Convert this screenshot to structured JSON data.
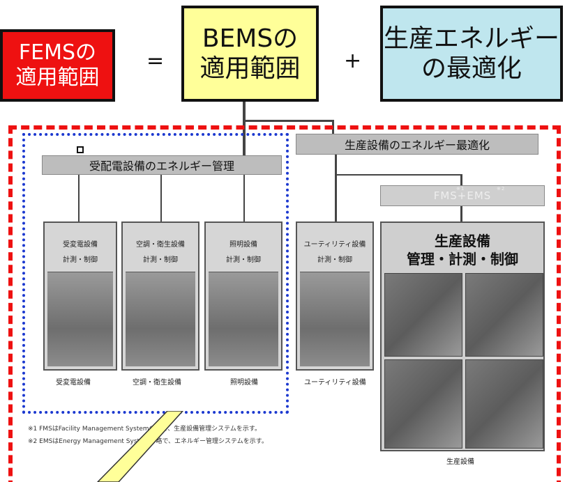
{
  "formula": {
    "fems_line1": "FEMSの",
    "fems_line2": "適用範囲",
    "equals": "=",
    "bems_line1": "BEMSの",
    "bems_line2": "適用範囲",
    "plus": "+",
    "opt_line1": "生産エネルギー",
    "opt_line2": "の最適化"
  },
  "diagram": {
    "header_power": "受配電設備のエネルギー管理",
    "header_production": "生産設備のエネルギー最適化",
    "header_fms": "FMS+EMS",
    "fms_sup1": "※1",
    "fms_sup2": "※2",
    "panels": [
      {
        "title1": "受変電設備",
        "title2": "計測・制御",
        "caption": "受変電設備"
      },
      {
        "title1": "空調・衛生設備",
        "title2": "計測・制御",
        "caption": "空調・衛生設備"
      },
      {
        "title1": "照明設備",
        "title2": "計測・制御",
        "caption": "照明設備"
      },
      {
        "title1": "ユーティリティ設備",
        "title2": "計測・制御",
        "caption": "ユーティリティ設備"
      }
    ],
    "production": {
      "title1": "生産設備",
      "title2": "管理・計測・制御",
      "caption": "生産設備"
    },
    "notes": [
      "※1 FMSはFacility Management Systemの略で、生産設備管理システムを示す。",
      "※2 EMSはEnergy Management Systemの略で、エネルギー管理システムを示す。"
    ]
  },
  "colors": {
    "fems_fill": "#ee1111",
    "bems_fill": "#ffff99",
    "opt_fill": "#bfe6ee",
    "fems_scope": "#ee1111",
    "bems_scope": "#1c39d0"
  }
}
